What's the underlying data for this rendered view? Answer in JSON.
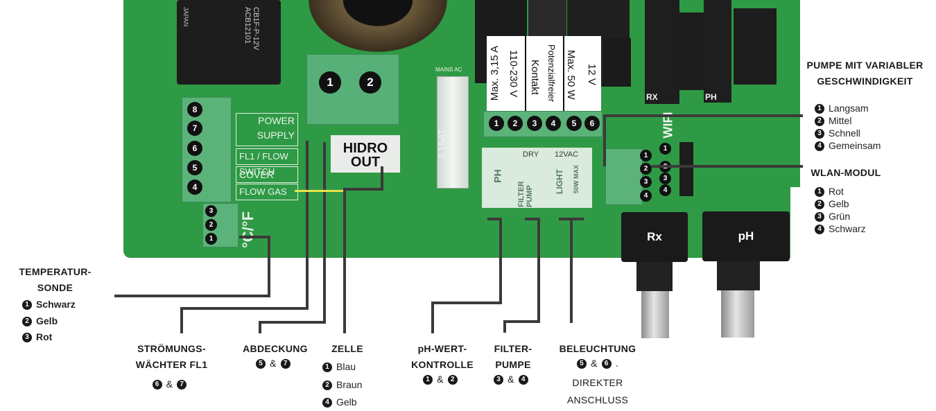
{
  "board": {
    "silk_power_supply": "POWER SUPPLY",
    "silk_fl1": "FL1 / FLOW SWITCH",
    "silk_cover": "COVER",
    "silk_flow_gas": "FLOW GAS",
    "silk_hidro_out": "HIDRO OUT",
    "silk_mains": "MAINS AC",
    "silk_fuse": "3.15AT",
    "silk_ph": "PH",
    "silk_dry": "DRY",
    "silk_12vac": "12VAC",
    "silk_filter_pump": "FILTER PUMP",
    "silk_light": "LIGHT",
    "silk_50w": "50W MAX",
    "silk_temp": "°C/°F",
    "silk_rx": "RX",
    "silk_ph_hdr": "PH",
    "silk_wifi": "WIFI",
    "relay_brand": "JAPAN",
    "relay_model": "CB1F-P-12V ACB12101",
    "bnc_rx": "Rx",
    "bnc_ph": "pH",
    "hidro_pins": [
      "1",
      "2"
    ],
    "left_pins": [
      "8",
      "7",
      "6",
      "5",
      "4"
    ],
    "temp_pins": [
      "3",
      "2",
      "1"
    ],
    "top_pins": [
      "1",
      "2",
      "3",
      "4",
      "5",
      "6"
    ],
    "wifi_pins": [
      "1",
      "2",
      "3",
      "4"
    ],
    "wifi_pins_right": [
      "1",
      "2",
      "3",
      "4"
    ]
  },
  "top_labels": {
    "col1": "Max. 3,15 A",
    "col2": "110-230 V",
    "col3": "Kontakt",
    "col4": "Potenzialfreier",
    "col5": "Max. 50 W",
    "col6": "12 V"
  },
  "temperature": {
    "title_line1": "TEMPERATUR-",
    "title_line2": "SONDE",
    "items": [
      {
        "num": "1",
        "text": "Schwarz"
      },
      {
        "num": "2",
        "text": "Gelb"
      },
      {
        "num": "3",
        "text": "Rot"
      }
    ]
  },
  "flow_switch": {
    "title_line1": "STRÖMUNGS-",
    "title_line2": "WÄCHTER FL1",
    "pins": [
      "6",
      "7"
    ],
    "amp": "&"
  },
  "cover": {
    "title": "ABDECKUNG",
    "pins": [
      "5",
      "7"
    ],
    "amp": "&"
  },
  "cell": {
    "title": "ZELLE",
    "items": [
      {
        "num": "1",
        "text": "Blau"
      },
      {
        "num": "2",
        "text": "Braun"
      },
      {
        "num": "4",
        "text": "Gelb"
      }
    ]
  },
  "ph_control": {
    "title_line1": "pH-WERT-",
    "title_line2": "KONTROLLE",
    "pins": [
      "1",
      "2"
    ],
    "amp": "&"
  },
  "filter_pump": {
    "title_line1": "FILTER-",
    "title_line2": "PUMPE",
    "pins": [
      "3",
      "4"
    ],
    "amp": "&"
  },
  "lighting": {
    "title": "BELEUCHTUNG",
    "pins": [
      "5",
      "6"
    ],
    "amp": "&",
    "suffix": ".",
    "note_line1": "DIREKTER",
    "note_line2": "ANSCHLUSS"
  },
  "pump": {
    "title_line1": "PUMPE MIT VARIABLER",
    "title_line2": "GESCHWINDIGKEIT",
    "items": [
      {
        "num": "1",
        "text": "Langsam"
      },
      {
        "num": "2",
        "text": "Mittel"
      },
      {
        "num": "3",
        "text": "Schnell"
      },
      {
        "num": "4",
        "text": "Gemeinsam"
      }
    ]
  },
  "wifi": {
    "title": "WLAN-MODUL",
    "items": [
      {
        "num": "1",
        "text": "Rot"
      },
      {
        "num": "2",
        "text": "Gelb"
      },
      {
        "num": "3",
        "text": "Grün"
      },
      {
        "num": "4",
        "text": "Schwarz"
      }
    ]
  },
  "colors": {
    "pcb": "#2f9a45",
    "line": "#3a3a3a",
    "flow_gas_line": "#e8e34a"
  }
}
